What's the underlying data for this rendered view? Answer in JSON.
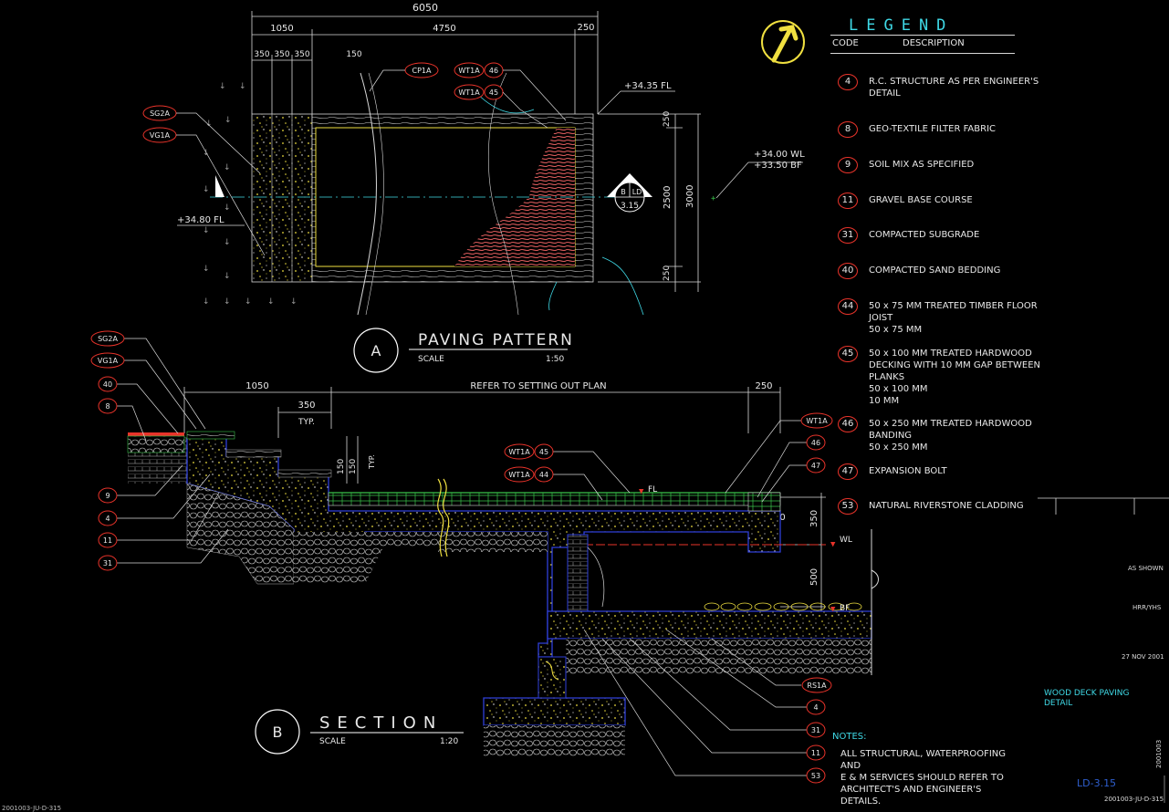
{
  "plan": {
    "dims_top": {
      "overall": "6050",
      "first": "1050",
      "second": "4750",
      "third": "250",
      "sub1": "350",
      "sub2": "350",
      "sub3": "350",
      "angle": "150"
    },
    "dims_right": {
      "top": "250",
      "mid": "2500",
      "bottom": "250",
      "total": "3000"
    },
    "levels": {
      "fl_top": "+34.35 FL",
      "fl_left": "+34.80 FL",
      "wl": "+34.00 WL",
      "bf": "+33.50 BF"
    },
    "tags": {
      "sg2a": "SG2A",
      "vg1a": "VG1A",
      "cp1a": "CP1A",
      "wt1a": "WT1A",
      "n46": "46",
      "n45": "45"
    },
    "section_mark": {
      "b": "B",
      "ld": "LD",
      "sheet": "3.15"
    },
    "title": {
      "letter": "A",
      "name": "PAVING PATTERN",
      "scale_label": "SCALE",
      "scale": "1:50"
    }
  },
  "section": {
    "dims": {
      "d1050": "1050",
      "refer": "REFER TO SETTING OUT PLAN",
      "d250": "250",
      "d350": "350",
      "typ": "TYP.",
      "d150a": "150",
      "d150b": "150",
      "typ2": "TYP.",
      "d350v": "350",
      "d500v": "500",
      "d50": "50"
    },
    "levels": {
      "fl": "FL",
      "wl": "WL",
      "bf": "BF"
    },
    "left_tags": {
      "sg2a": "SG2A",
      "vg1a": "VG1A",
      "n40": "40",
      "n8": "8",
      "n9": "9",
      "n4": "4",
      "n11": "11",
      "n31": "31"
    },
    "mid_tags": {
      "wt1a": "WT1A",
      "n45": "45",
      "n44": "44"
    },
    "right_tags": {
      "wt1a": "WT1A",
      "n46": "46",
      "n47": "47"
    },
    "bottom_tags": {
      "rs1a": "RS1A",
      "n4": "4",
      "n31": "31",
      "n11": "11",
      "n53": "53"
    },
    "title": {
      "letter": "B",
      "name": "SECTION",
      "scale_label": "SCALE",
      "scale": "1:20"
    }
  },
  "legend": {
    "title": "LEGEND",
    "code_header": "CODE",
    "desc_header": "DESCRIPTION",
    "items": [
      {
        "code": "4",
        "desc": "R.C. STRUCTURE AS PER ENGINEER'S DETAIL"
      },
      {
        "code": "8",
        "desc": "GEO-TEXTILE FILTER FABRIC"
      },
      {
        "code": "9",
        "desc": "SOIL MIX AS SPECIFIED"
      },
      {
        "code": "11",
        "desc": "GRAVEL BASE COURSE"
      },
      {
        "code": "31",
        "desc": "COMPACTED SUBGRADE"
      },
      {
        "code": "40",
        "desc": "COMPACTED SAND BEDDING"
      },
      {
        "code": "44",
        "desc": "50 x 75 MM TREATED TIMBER FLOOR JOIST\n50 x 75 MM"
      },
      {
        "code": "45",
        "desc": "50 x 100 MM TREATED HARDWOOD DECKING WITH 10 MM GAP BETWEEN PLANKS\n50 x 100 MM\n10 MM"
      },
      {
        "code": "46",
        "desc": "50 x 250 MM TREATED HARDWOOD BANDING\n50 x 250 MM"
      },
      {
        "code": "47",
        "desc": "EXPANSION BOLT"
      },
      {
        "code": "53",
        "desc": "NATURAL RIVERSTONE CLADDING"
      }
    ]
  },
  "title_block": {
    "scale": "AS SHOWN",
    "drawn": "HRR/YHS",
    "date": "27 NOV 2001",
    "code": "2001003",
    "ref": "2001003-JU-D-315"
  },
  "notes": {
    "heading": "NOTES:",
    "body": "ALL STRUCTURAL, WATERPROOFING AND\nE & M SERVICES SHOULD REFER TO\nARCHITECT'S AND ENGINEER'S DETAILS."
  },
  "drawing": {
    "title": "WOOD DECK PAVING\nDETAIL",
    "number": "LD-3.15"
  },
  "footer": {
    "filename": "2001003-JU-D-315"
  },
  "colors": {
    "background": "#000000",
    "tag_ring": "#e8332a",
    "cyan": "#3fd9e6",
    "blue": "#2f3fd8",
    "yellow": "#f0e040",
    "green": "#39c24a",
    "decking": "#d95a5a"
  }
}
